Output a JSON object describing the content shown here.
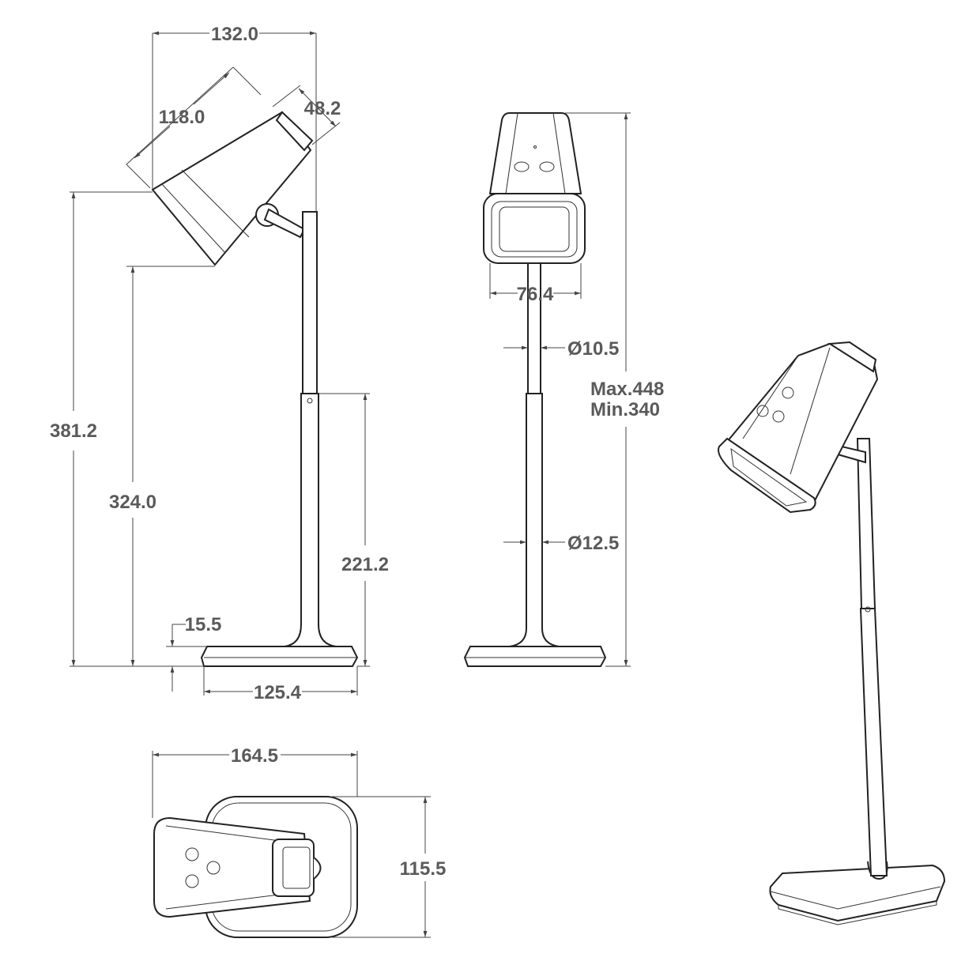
{
  "side_view": {
    "width_overall": "132.0",
    "head_length": "118.0",
    "head_depth": "48.2",
    "height_head_top": "381.2",
    "height_head_bottom": "324.0",
    "height_pole_joint": "221.2",
    "base_height": "15.5",
    "base_width": "125.4"
  },
  "front_view": {
    "head_width": "76.4",
    "upper_pole_diameter": "Ø10.5",
    "lower_pole_diameter": "Ø12.5",
    "max_height": "Max.448",
    "min_height": "Min.340"
  },
  "top_view": {
    "overall_length": "164.5",
    "base_depth": "115.5"
  }
}
